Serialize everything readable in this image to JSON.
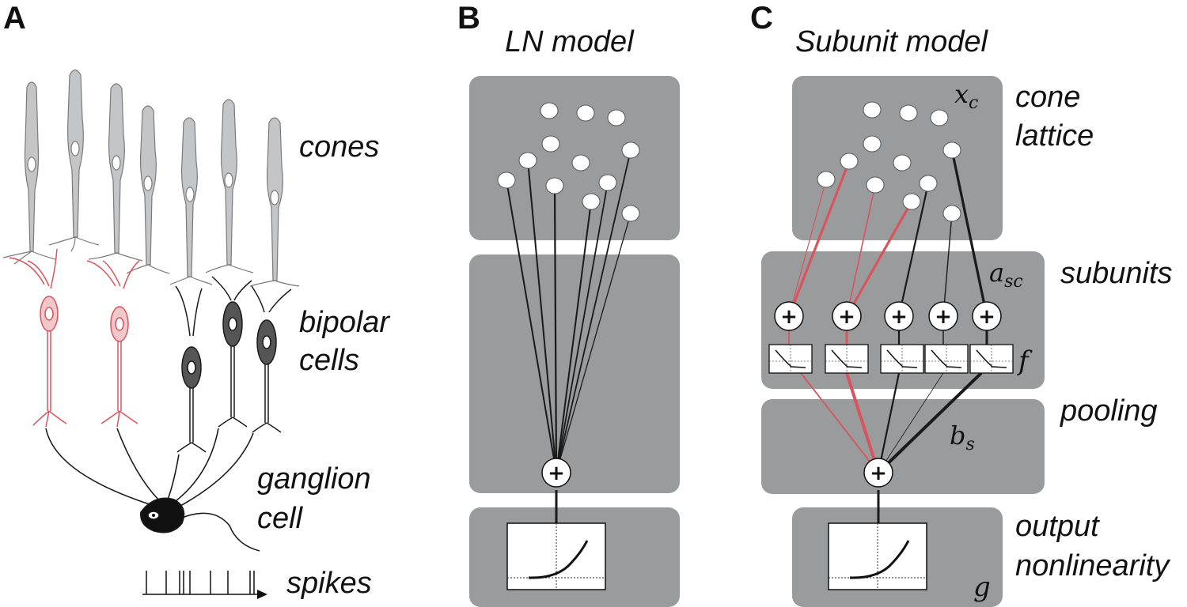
{
  "panels": {
    "a": {
      "letter": "A",
      "labels": {
        "cones": "cones",
        "bipolar_line1": "bipolar",
        "bipolar_line2": "cells",
        "ganglion_line1": "ganglion",
        "ganglion_line2": "cell",
        "spikes": "spikes"
      }
    },
    "b": {
      "letter": "B",
      "title": "LN model",
      "sum_symbol": "+"
    },
    "c": {
      "letter": "C",
      "title": "Subunit model",
      "stage_labels": {
        "cone_line1": "cone",
        "cone_line2": "lattice",
        "subunits": "subunits",
        "pooling": "pooling",
        "output_line1": "output",
        "output_line2": "nonlinearity"
      },
      "symbols": {
        "cone_input": "x",
        "cone_input_sub": "c",
        "subunit_weights": "a",
        "subunit_weights_sub": "sc",
        "subunit_nonlinearity": "f",
        "pooling_weights": "b",
        "pooling_weights_sub": "s",
        "output_nonlinearity": "g"
      },
      "sum_symbol": "+"
    }
  },
  "colors": {
    "stage_box": "#9a9b9d",
    "cone_gray": "#c4c5c7",
    "red_pathway": "#d9545c",
    "black_pathway": "#1a1a1a",
    "node_fill": "#ffffff"
  }
}
